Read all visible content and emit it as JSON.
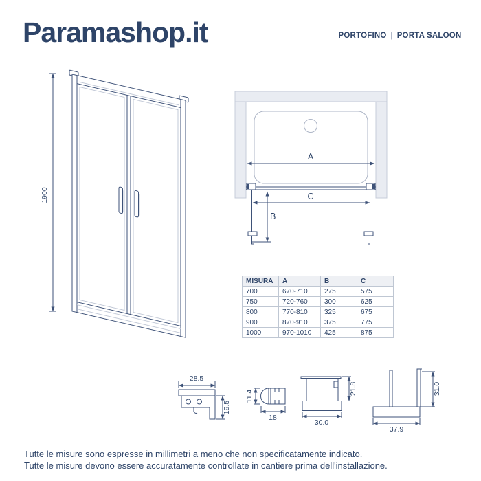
{
  "header": {
    "logo": "Paramashop.it",
    "product_line": "PORTOFINO",
    "separator": "|",
    "product_name": "PORTA SALOON"
  },
  "colors": {
    "brand_navy": "#2e4468",
    "drawing_line": "#3e5278",
    "light_line": "#c2c9d7",
    "wall_fill": "#e9ecf2",
    "table_header_bg": "#eef0f4"
  },
  "front_view": {
    "height_label": "1900"
  },
  "top_view": {
    "dim_a": "A",
    "dim_b": "B",
    "dim_c": "C"
  },
  "table": {
    "headers": [
      "MISURA",
      "A",
      "B",
      "C"
    ],
    "rows": [
      [
        "700",
        "670-710",
        "275",
        "575"
      ],
      [
        "750",
        "720-760",
        "300",
        "625"
      ],
      [
        "800",
        "770-810",
        "325",
        "675"
      ],
      [
        "900",
        "870-910",
        "375",
        "775"
      ],
      [
        "1000",
        "970-1010",
        "425",
        "875"
      ]
    ]
  },
  "profiles": [
    {
      "name": "top-rail-profile",
      "width_label": "28.5",
      "height_label": "19.5"
    },
    {
      "name": "seal-profile",
      "width_label": "18",
      "height_label": "11.4"
    },
    {
      "name": "wall-profile",
      "width_label": "30.0",
      "height_label": "21.8"
    },
    {
      "name": "threshold-profile",
      "width_label": "37.9",
      "height_label": "31.0"
    }
  ],
  "footer": {
    "line1": "Tutte le misure sono espresse in millimetri a meno che non specificatamente indicato.",
    "line2": "Tutte le misure devono essere accuratamente controllate in cantiere prima dell'installazione."
  }
}
